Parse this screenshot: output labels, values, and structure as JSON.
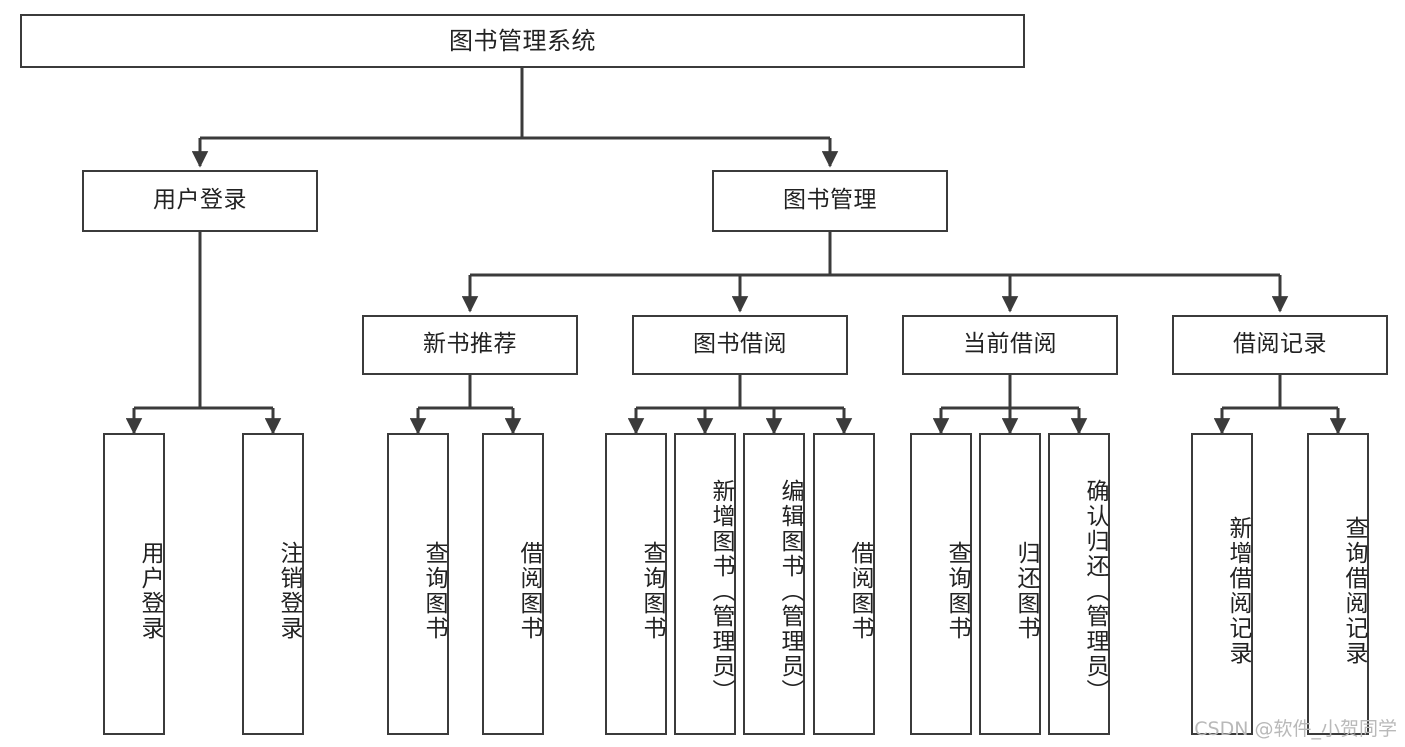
{
  "diagram": {
    "type": "tree",
    "title": "图书管理系统",
    "root": {
      "id": "root",
      "label": "图书管理系统",
      "orientation": "horizontal"
    },
    "level2": [
      {
        "id": "user-login",
        "label": "用户登录",
        "orientation": "horizontal"
      },
      {
        "id": "book-management",
        "label": "图书管理",
        "orientation": "horizontal"
      }
    ],
    "level3": [
      {
        "id": "new-book-recommend",
        "label": "新书推荐",
        "orientation": "horizontal"
      },
      {
        "id": "book-borrow",
        "label": "图书借阅",
        "orientation": "horizontal"
      },
      {
        "id": "current-borrow",
        "label": "当前借阅",
        "orientation": "horizontal"
      },
      {
        "id": "borrow-record",
        "label": "借阅记录",
        "orientation": "horizontal"
      }
    ],
    "leaves": {
      "user_login": [
        {
          "id": "leaf-user-login",
          "label": "用户登录",
          "orientation": "vertical"
        },
        {
          "id": "leaf-logout-login",
          "label": "注销登录",
          "orientation": "vertical"
        }
      ],
      "new_book_recommend": [
        {
          "id": "leaf-query-book-1",
          "label": "查询图书",
          "orientation": "vertical"
        },
        {
          "id": "leaf-borrow-book-1",
          "label": "借阅图书",
          "orientation": "vertical"
        }
      ],
      "book_borrow": [
        {
          "id": "leaf-query-book-2",
          "label": "查询图书",
          "orientation": "vertical"
        },
        {
          "id": "leaf-add-book-admin",
          "label": "新增图书（管理员）",
          "orientation": "vertical"
        },
        {
          "id": "leaf-edit-book-admin",
          "label": "编辑图书（管理员）",
          "orientation": "vertical"
        },
        {
          "id": "leaf-borrow-book-2",
          "label": "借阅图书",
          "orientation": "vertical"
        }
      ],
      "current_borrow": [
        {
          "id": "leaf-query-book-3",
          "label": "查询图书",
          "orientation": "vertical"
        },
        {
          "id": "leaf-return-book",
          "label": "归还图书",
          "orientation": "vertical"
        },
        {
          "id": "leaf-confirm-return-admin",
          "label": "确认归还（管理员）",
          "orientation": "vertical"
        }
      ],
      "borrow_record": [
        {
          "id": "leaf-add-borrow-record",
          "label": "新增借阅记录",
          "orientation": "vertical"
        },
        {
          "id": "leaf-query-borrow-record",
          "label": "查询借阅记录",
          "orientation": "vertical"
        }
      ]
    },
    "colors": {
      "border": "#3b3b3b",
      "background": "#ffffff",
      "text": "#222222",
      "connector": "#3b3b3b",
      "watermark": "#b9b9b9"
    }
  },
  "watermark": {
    "text": "CSDN @软件_小贺同学"
  }
}
